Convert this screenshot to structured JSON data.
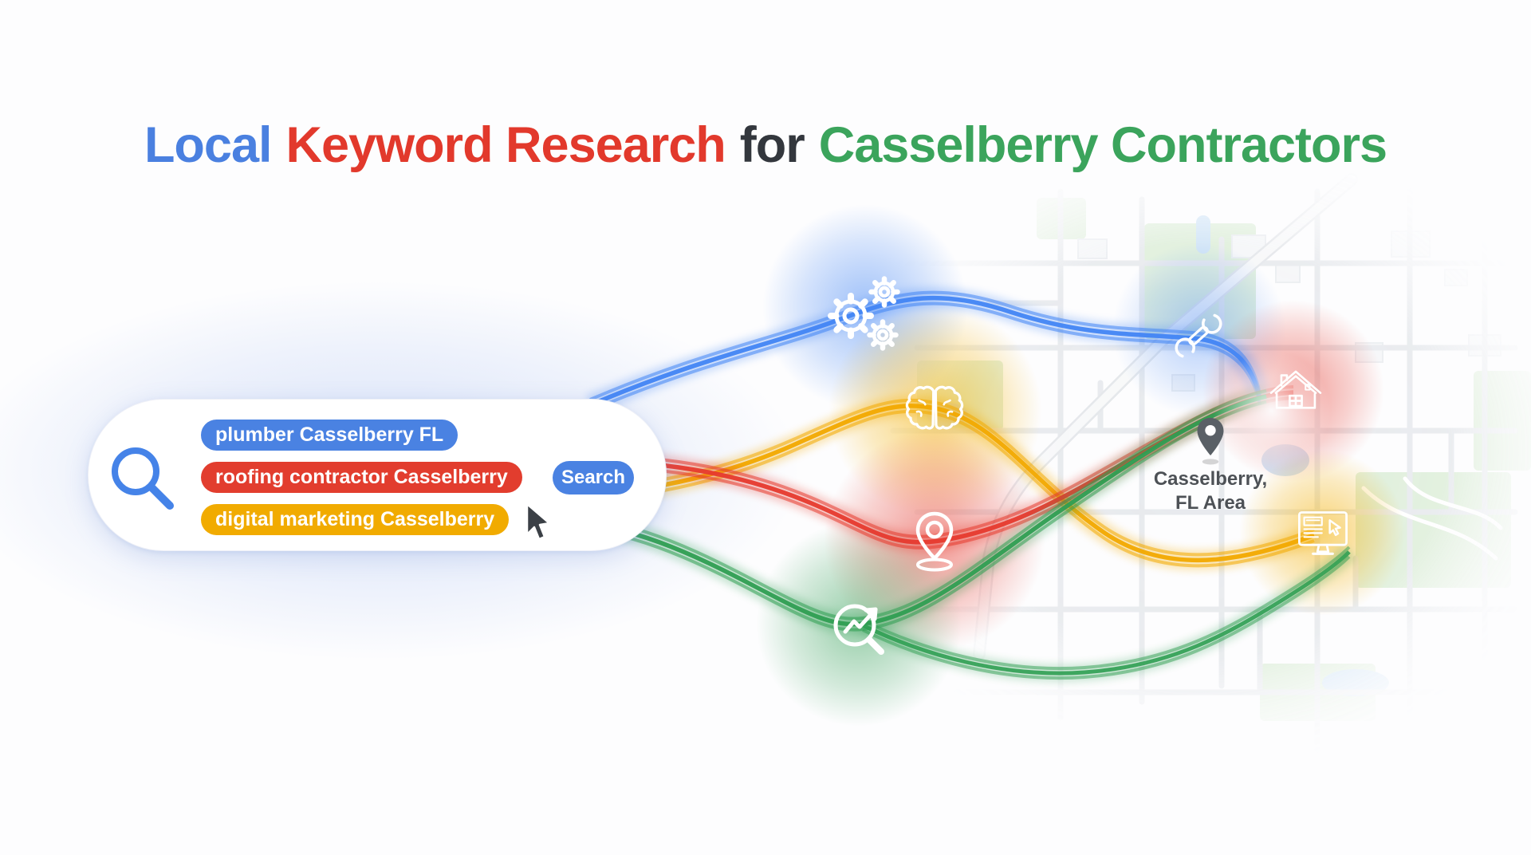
{
  "title": {
    "segments": [
      {
        "text": "Local",
        "color": "#4a80e0"
      },
      {
        "text": "Keyword Research",
        "color": "#e2392c"
      },
      {
        "text": "for",
        "color": "#33373d"
      },
      {
        "text": "Casselberry Contractors",
        "color": "#3ba45c"
      }
    ]
  },
  "search_bar": {
    "keyword_pills": [
      {
        "label": "plumber Casselberry FL",
        "color": "#4a82e2"
      },
      {
        "label": "roofing contractor Casselberry",
        "color": "#e23d2e"
      },
      {
        "label": "digital marketing Casselberry",
        "color": "#f1ab00"
      }
    ],
    "button_label": "Search"
  },
  "map_area": {
    "label_line1": "Casselberry,",
    "label_line2": "FL Area",
    "pin_color": "#5a6066"
  },
  "flow_icons": [
    {
      "icon": "gears-icon",
      "glow_color": "#4285f4"
    },
    {
      "icon": "brain-icon",
      "glow_color": "#f4b400"
    },
    {
      "icon": "location-pin-icon",
      "glow_color": "#e63a2e"
    },
    {
      "icon": "growth-magnifier-icon",
      "glow_color": "#2f9e52"
    }
  ],
  "map_icons": [
    {
      "icon": "wrench-icon",
      "glow_color": "#4285f4"
    },
    {
      "icon": "house-icon",
      "glow_color": "#e63a2e"
    },
    {
      "icon": "monitor-cursor-icon",
      "glow_color": "#f4b400"
    }
  ],
  "colors": {
    "blue": "#4285f4",
    "red": "#e63a2e",
    "yellow": "#f2a900",
    "green": "#2f9e52",
    "background": "#fdfdfe"
  }
}
